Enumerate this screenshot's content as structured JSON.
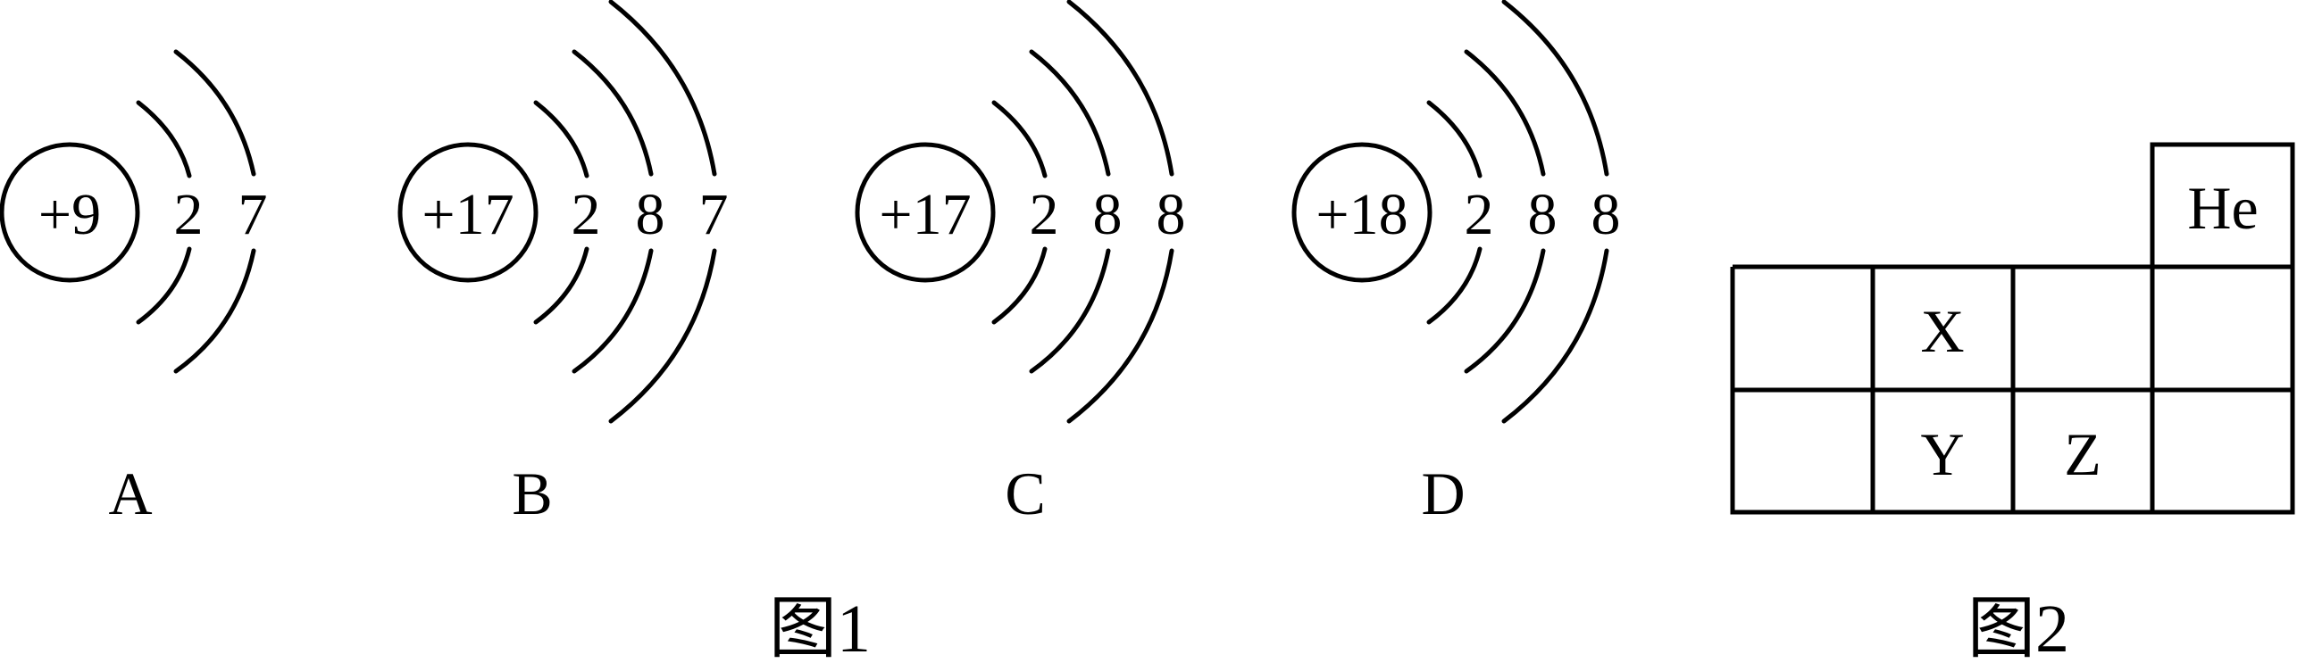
{
  "figure1": {
    "caption": "图1",
    "atoms": [
      {
        "label": "A",
        "nucleus": "+9",
        "electrons": [
          "2",
          "7"
        ]
      },
      {
        "label": "B",
        "nucleus": "+17",
        "electrons": [
          "2",
          "8",
          "7"
        ]
      },
      {
        "label": "C",
        "nucleus": "+17",
        "electrons": [
          "2",
          "8",
          "8"
        ]
      },
      {
        "label": "D",
        "nucleus": "+18",
        "electrons": [
          "2",
          "8",
          "8"
        ]
      }
    ]
  },
  "figure2": {
    "caption": "图2",
    "cells": {
      "he": "He",
      "x": "X",
      "y": "Y",
      "z": "Z"
    }
  }
}
